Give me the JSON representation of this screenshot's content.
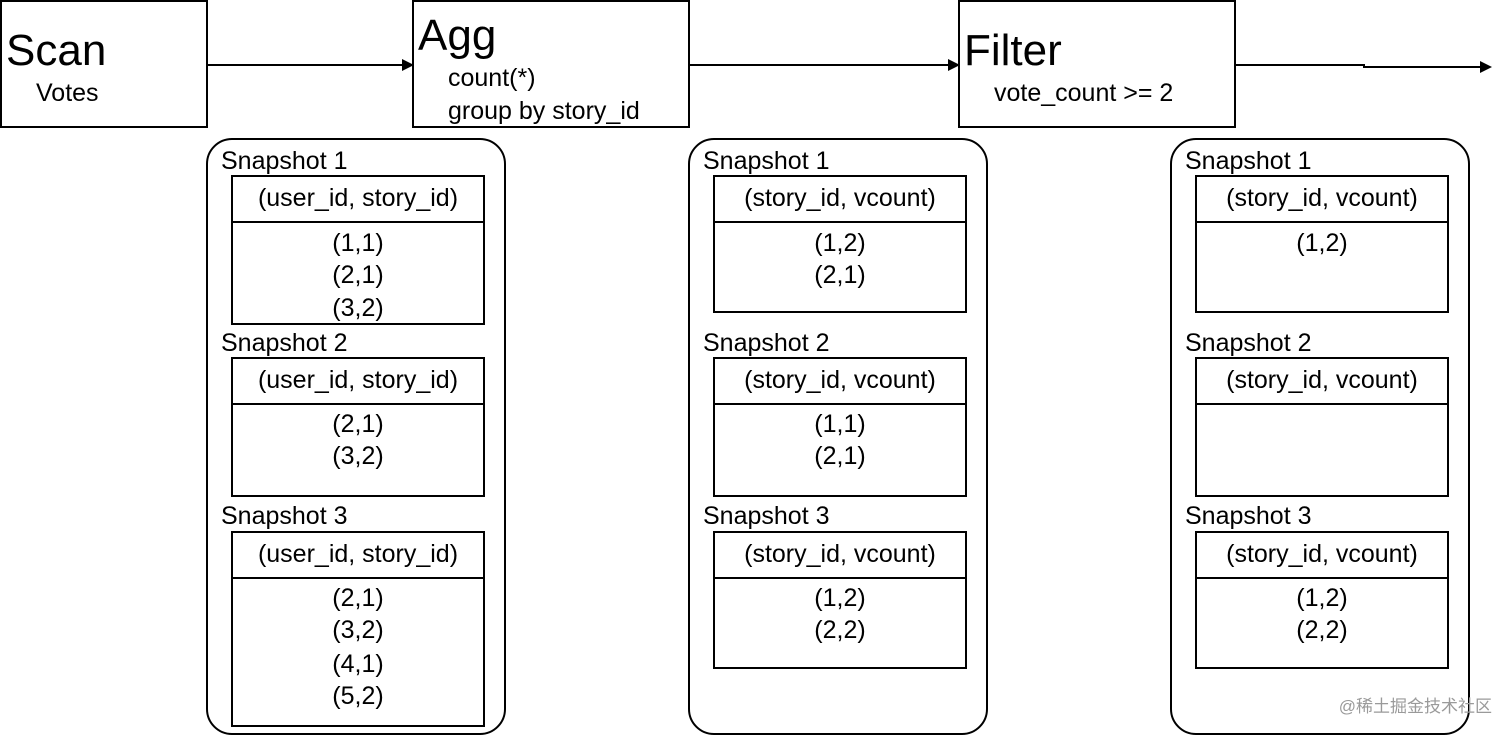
{
  "operators": [
    {
      "id": "scan",
      "title": "Scan",
      "lines": [
        "Votes"
      ]
    },
    {
      "id": "agg",
      "title": "Agg",
      "lines": [
        "count(*)",
        "group by story_id"
      ]
    },
    {
      "id": "filter",
      "title": "Filter",
      "lines": [
        "vote_count >= 2"
      ]
    }
  ],
  "panels": [
    {
      "id": "scan-output",
      "snapshots": [
        {
          "label": "Snapshot 1",
          "header": "(user_id, story_id)",
          "rows": [
            "(1,1)",
            "(2,1)",
            "(3,2)"
          ]
        },
        {
          "label": "Snapshot 2",
          "header": "(user_id, story_id)",
          "rows": [
            "(2,1)",
            "(3,2)"
          ]
        },
        {
          "label": "Snapshot 3",
          "header": "(user_id, story_id)",
          "rows": [
            "(2,1)",
            "(3,2)",
            "(4,1)",
            "(5,2)"
          ]
        }
      ]
    },
    {
      "id": "agg-output",
      "snapshots": [
        {
          "label": "Snapshot 1",
          "header": "(story_id, vcount)",
          "rows": [
            "(1,2)",
            "(2,1)"
          ]
        },
        {
          "label": "Snapshot 2",
          "header": "(story_id, vcount)",
          "rows": [
            "(1,1)",
            "(2,1)"
          ]
        },
        {
          "label": "Snapshot 3",
          "header": "(story_id, vcount)",
          "rows": [
            "(1,2)",
            "(2,2)"
          ]
        }
      ]
    },
    {
      "id": "filter-output",
      "snapshots": [
        {
          "label": "Snapshot 1",
          "header": "(story_id, vcount)",
          "rows": [
            "(1,2)"
          ]
        },
        {
          "label": "Snapshot 2",
          "header": "(story_id, vcount)",
          "rows": []
        },
        {
          "label": "Snapshot 3",
          "header": "(story_id, vcount)",
          "rows": [
            "(1,2)",
            "(2,2)"
          ]
        }
      ]
    }
  ],
  "watermark": "@稀土掘金技术社区"
}
